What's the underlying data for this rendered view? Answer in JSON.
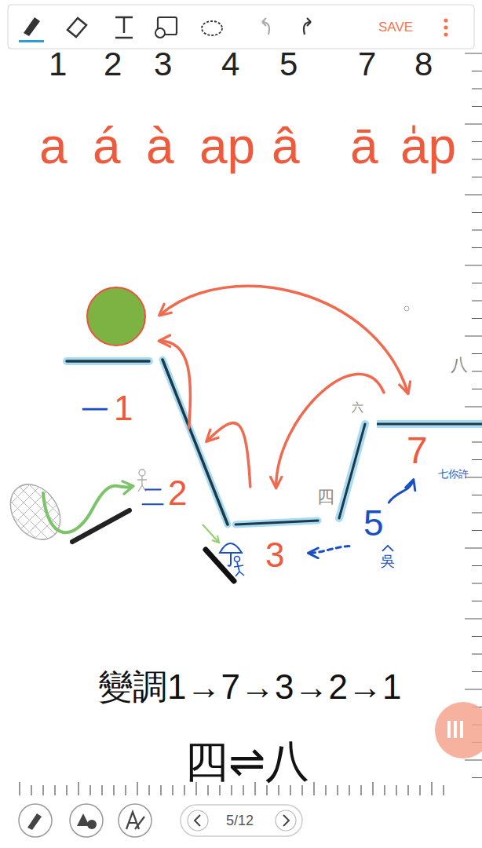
{
  "diagram": {
    "nodes": [
      {
        "text": [
          "一",
          "1"
        ]
      },
      {
        "text": [
          "二",
          "2"
        ]
      },
      {
        "text": [
          "3"
        ]
      },
      {
        "text": [
          "5",
          "吳"
        ]
      },
      {
        "text": [
          "7",
          "七你許"
        ]
      }
    ],
    "edges": [
      {
        "from": 0,
        "to": 4,
        "arrow": "both"
      },
      {
        "from": 4,
        "to": 2,
        "arrow": "to"
      },
      {
        "from": 2,
        "to": 1,
        "arrow": "to"
      },
      {
        "from": 1,
        "to": 0,
        "arrow": "to"
      },
      {
        "from": 3,
        "to": 2,
        "arrow": "to"
      },
      {
        "from": 3,
        "to": 4,
        "arrow": "to"
      }
    ],
    "labels": [
      "SAVE",
      "1",
      "2",
      "3",
      "4",
      "5",
      "7",
      "8",
      "a",
      "á",
      "à",
      "ap",
      "â",
      "ā",
      "a̍p",
      "四",
      "六",
      "八",
      "變調1→7→3→2→1",
      "四⇌八",
      "5/12"
    ]
  }
}
